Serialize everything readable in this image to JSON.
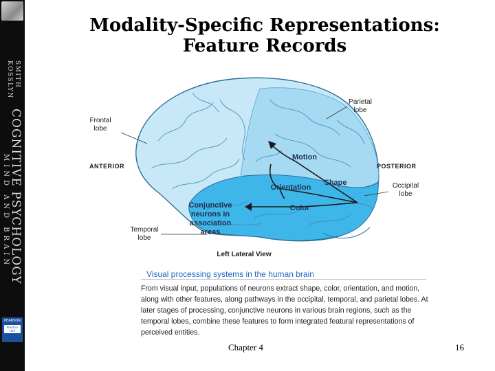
{
  "slide": {
    "title_line1": "Modality-Specific Representations:",
    "title_line2": "Feature Records"
  },
  "spine": {
    "authors_line1": "SMITH",
    "authors_line2": "KOSSLYN",
    "book_title": "COGNITIVE PSYCHOLOGY",
    "book_subtitle": "MIND AND BRAIN",
    "publisher_line1": "PEARSON",
    "publisher_line2": "Prentice Hall"
  },
  "figure": {
    "labels": {
      "frontal": "Frontal lobe",
      "parietal": "Parietal lobe",
      "anterior": "Anterior",
      "posterior": "Posterior",
      "occipital": "Occipital lobe",
      "temporal": "Temporal lobe",
      "view": "Left Lateral View"
    },
    "regions": {
      "motion": "Motion",
      "orientation": "Orientation",
      "shape": "Shape",
      "color": "Color",
      "conjunctive": "Conjunctive neurons in association areas"
    },
    "colors": {
      "cortex_light": "#c8e8f8",
      "cortex_mid": "#a6daf3",
      "cortex_dark": "#3fb6e9",
      "outline": "#2a6f99"
    },
    "caption_title": "Visual processing systems in the human brain",
    "caption": "From visual input, populations of neurons extract shape, color, orientation, and motion, along with other features, along pathways in the occipital, temporal, and parietal lobes. At later stages of processing, conjunctive neurons in various brain regions, such as the temporal lobes, combine these features to form integrated featural representations of perceived entities."
  },
  "footer": {
    "chapter": "Chapter 4",
    "page": "16"
  }
}
